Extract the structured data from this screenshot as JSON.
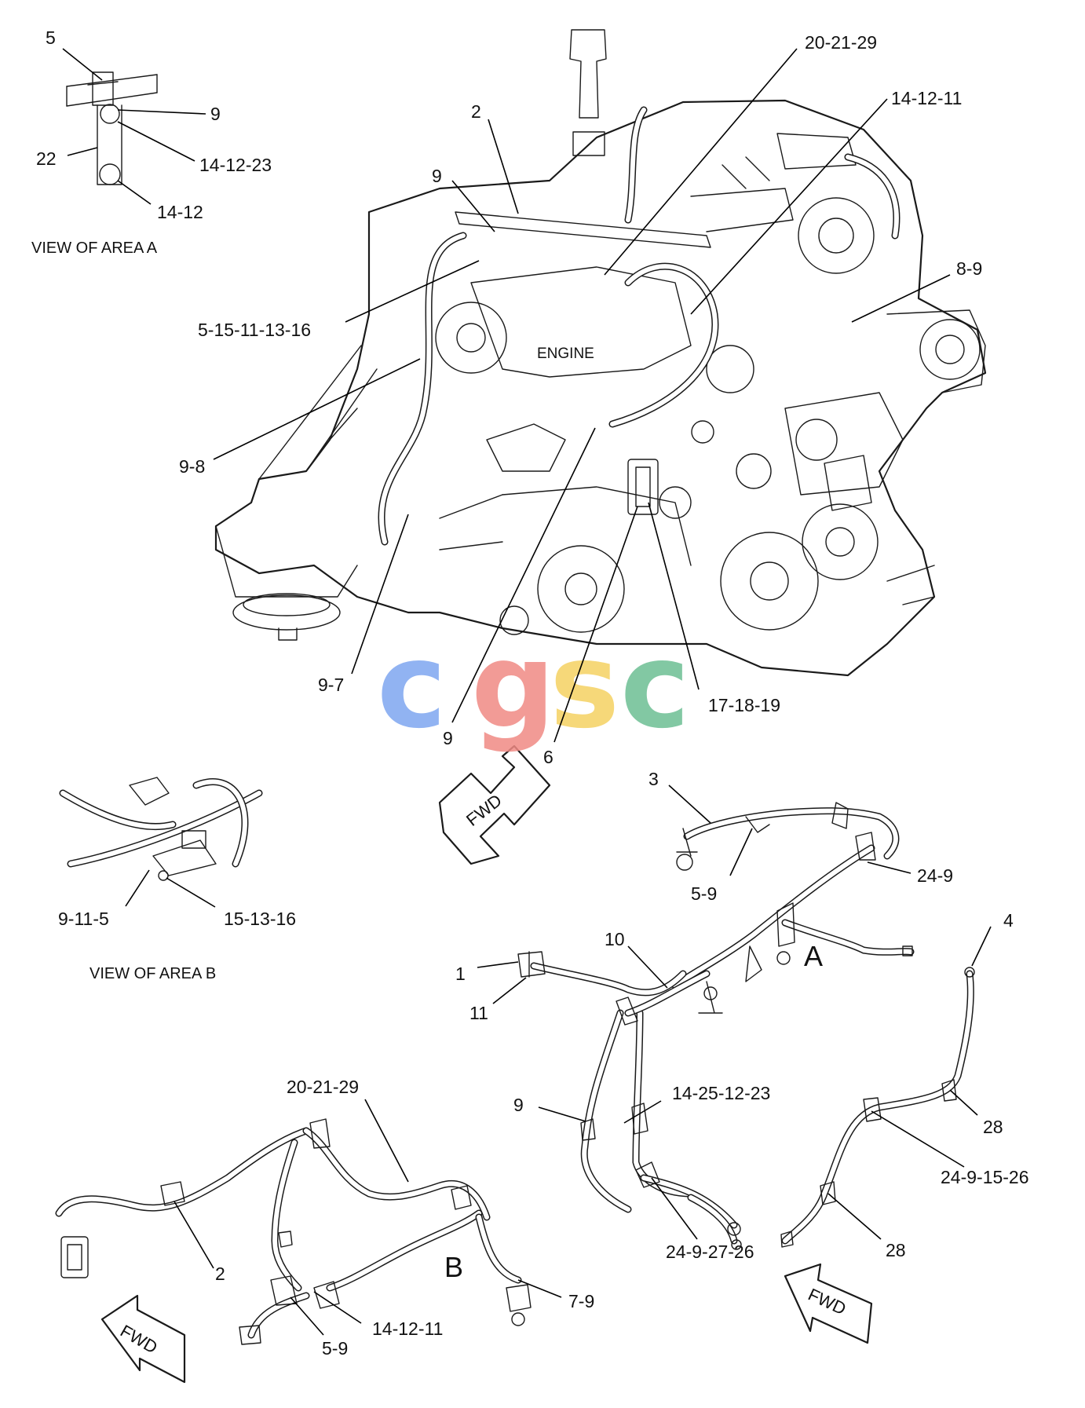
{
  "diagram": {
    "callouts": [
      "5",
      "9",
      "14-12-23",
      "22",
      "14-12",
      "2",
      "9",
      "20-21-29",
      "14-12-11",
      "8-9",
      "5-15-11-13-16",
      "9-8",
      "9-7",
      "9",
      "6",
      "17-18-19",
      "3",
      "5-9",
      "24-9",
      "10",
      "1",
      "11",
      "4",
      "9",
      "14-25-12-23",
      "28",
      "24-9-15-26",
      "24-9-27-26",
      "28",
      "9-11-5",
      "15-13-16",
      "20-21-29",
      "2",
      "7-9",
      "14-12-11",
      "5-9"
    ],
    "captions": {
      "area_a": "VIEW OF AREA A",
      "area_b": "VIEW OF AREA B"
    },
    "area_letters": {
      "a": "A",
      "b": "B"
    },
    "engine_label": "ENGINE",
    "fwd_label": "FWD",
    "watermark": {
      "letters": [
        "c",
        "g",
        "s",
        "c"
      ],
      "colors": [
        "#7ea6f0",
        "#f08a84",
        "#f5d262",
        "#6dbf93"
      ]
    }
  }
}
